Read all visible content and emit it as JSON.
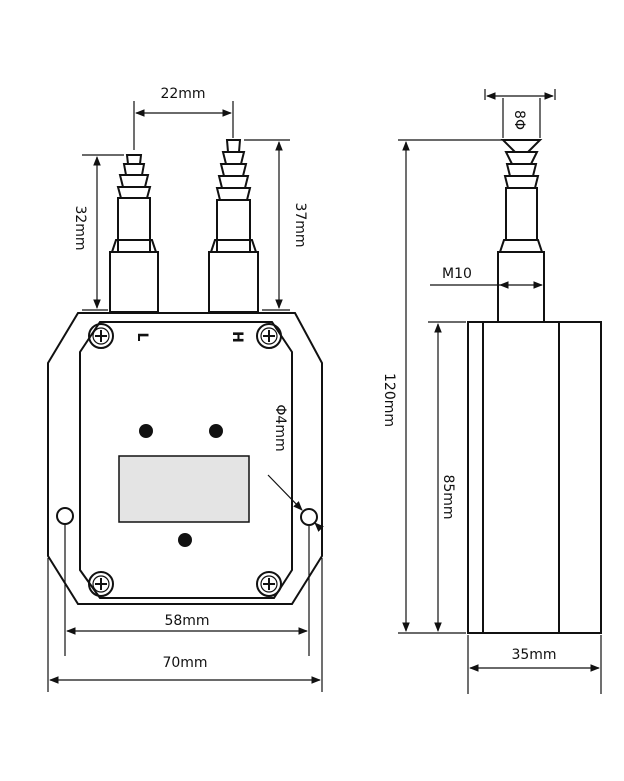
{
  "front_view": {
    "port_spacing": "22mm",
    "left_port_height": "32mm",
    "right_port_height": "37mm",
    "port_label_left": "L",
    "port_label_right": "H",
    "hole_diameter": "Φ4mm",
    "mount_spacing": "58mm",
    "total_width": "70mm"
  },
  "side_view": {
    "nozzle_diameter": "8Φ",
    "thread": "M10",
    "total_height": "120mm",
    "body_height": "85mm",
    "depth": "35mm"
  },
  "colors": {
    "line": "#111111",
    "display_window": "#e4e4e4"
  }
}
